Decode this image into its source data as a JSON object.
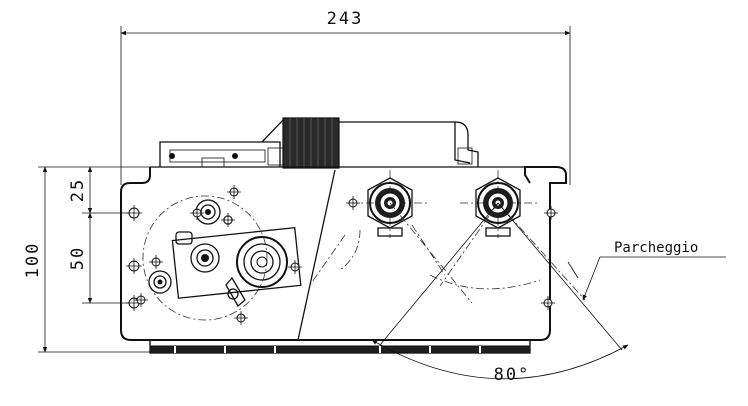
{
  "dimensions": {
    "overall_width": "243",
    "overall_height": "100",
    "upper_offset": "25",
    "hole_spacing": "50",
    "rotation_angle": "80°"
  },
  "labels": {
    "parking": "Parcheggio"
  }
}
